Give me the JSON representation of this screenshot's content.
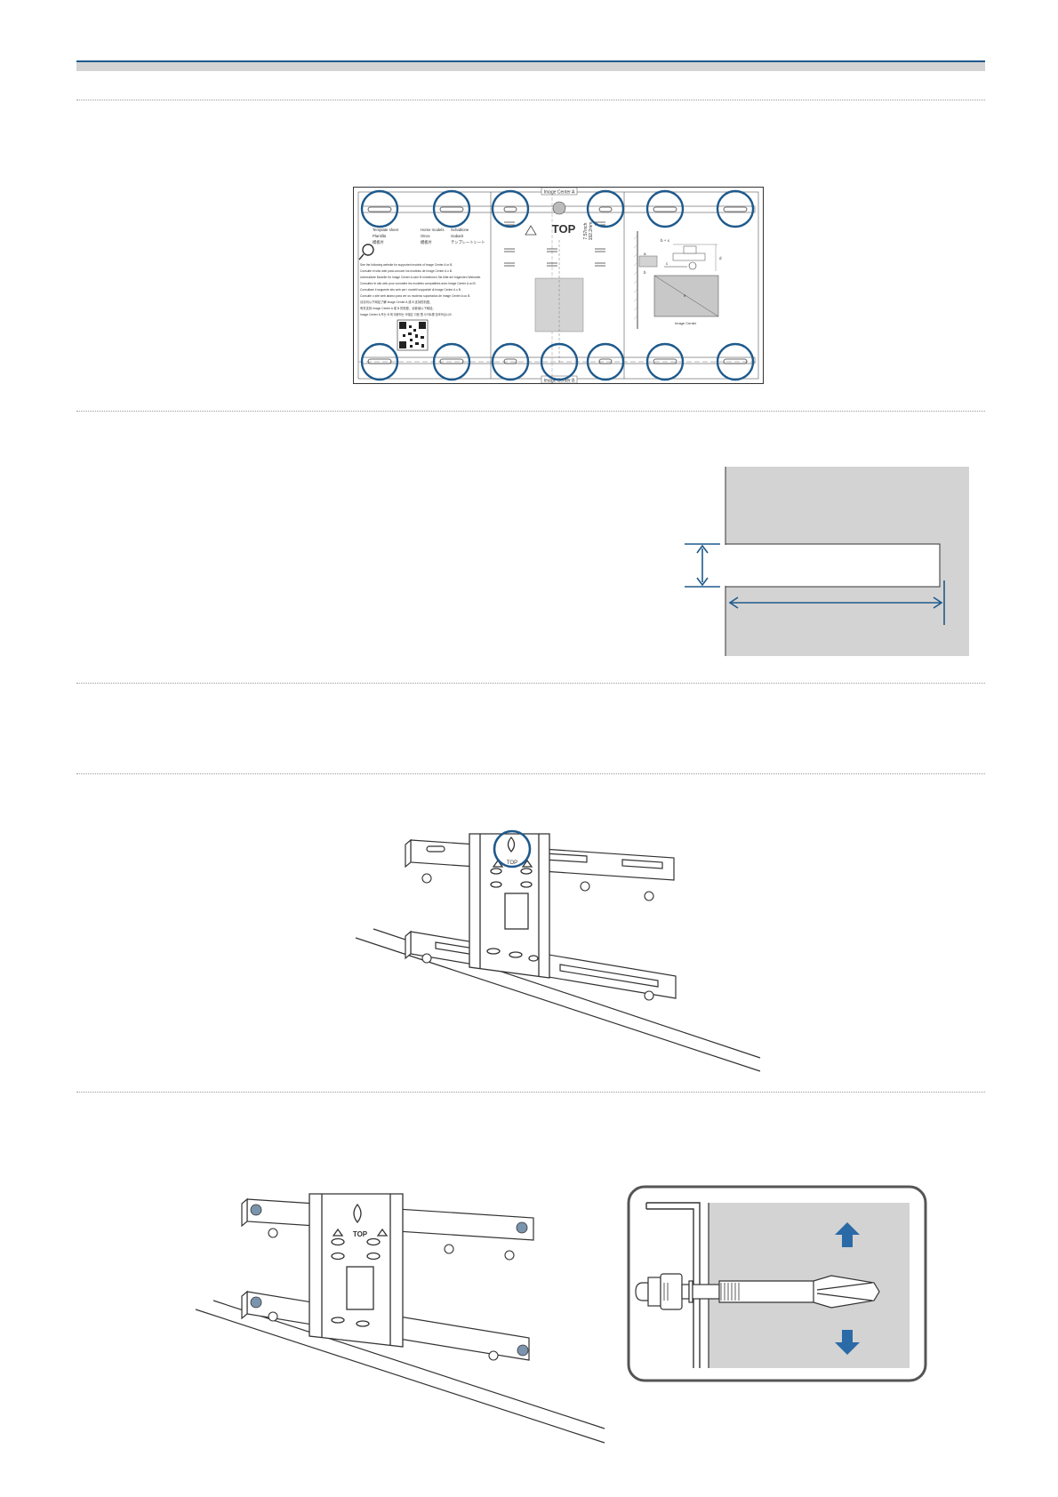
{
  "template_sheet": {
    "label_image_center_a": "Image Center A",
    "label_image_center_b": "Image Center B",
    "label_image_center": "Image Center",
    "top_label": "TOP",
    "dim_inch": "7.57inch",
    "dim_mm": "192.2mm",
    "header_labels": [
      [
        "Template sheet",
        "Plantilla",
        "模板片"
      ],
      [
        "Home models",
        "Otros",
        "模板片"
      ],
      [
        "Schablone",
        "Gabarit",
        "テンプレートシート"
      ]
    ],
    "instructions": [
      "See the following website for supported models of Image Center A or B.",
      "Consulte el sitio web para conocer los modelos de Image Center A o B.",
      "Unterstützte Modelle für Image Center A oder B entnehmen Sie bitte der folgenden Webseite.",
      "Consultez le site web pour connaître les modèles compatibles avec Image Center A ou B.",
      "Consultare il seguente sito web per i modelli supportati di Image Center A o B.",
      "Consulte o site web abaixo para ver os modelos suportados de Image Center A ou B.",
      "请访问以下网站了解 Image Center A 或 B 支持的机型。",
      "有关支持 Image Center A 或 B 的机型，请参阅以下网站。",
      "Image Center A 또는 B 에 대응하는 모델은 다음 웹 사이트를 참조하십시오."
    ],
    "annotation_symbols": [
      "b + x",
      "a",
      "b",
      "c",
      "d",
      "e"
    ]
  },
  "mount_plate_1": {
    "top_label": "TOP"
  },
  "mount_plate_2": {
    "top_label": "TOP"
  },
  "colors": {
    "accent_blue": "#1f5a8c",
    "arrow_blue": "#2a6aa6",
    "wall_gray": "#d3d3d3",
    "rule_gray": "#9a9a9a",
    "line_dark": "#333333"
  }
}
